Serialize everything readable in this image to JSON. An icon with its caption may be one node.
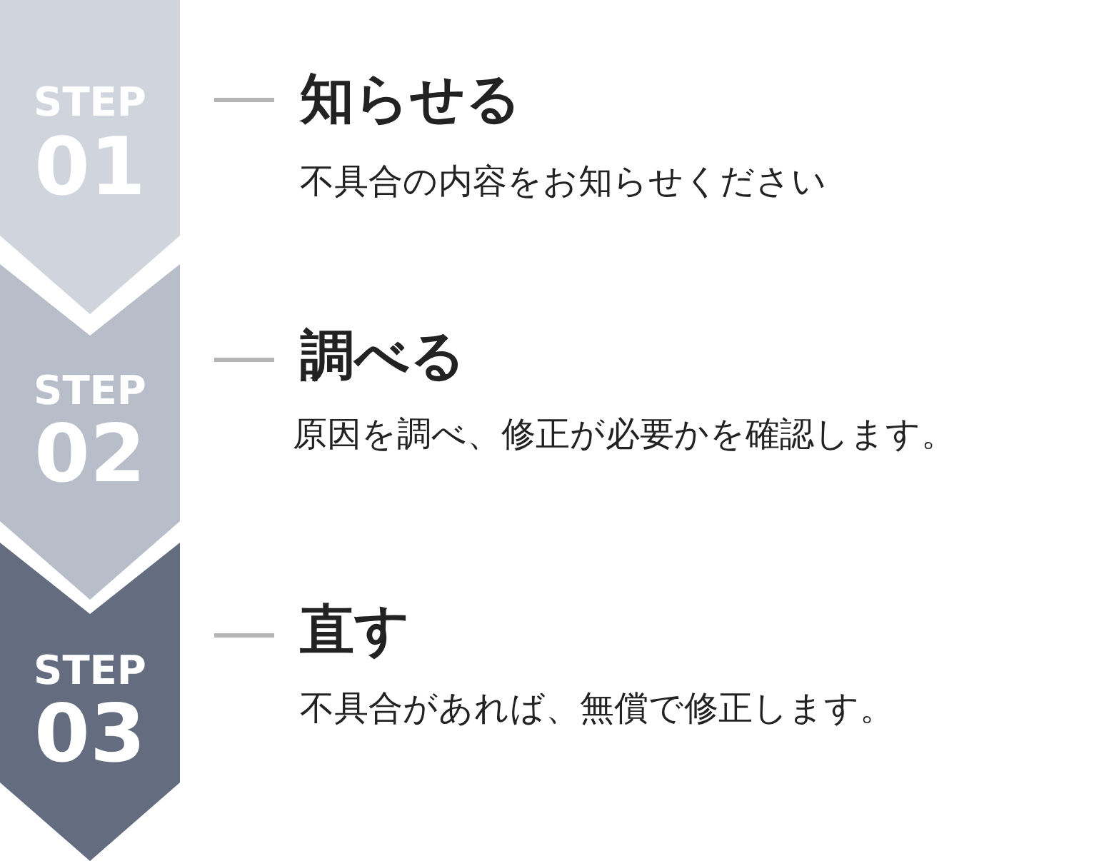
{
  "diagram": {
    "nodes": [
      {
        "text": [
          "STEP",
          "01"
        ],
        "beside": [
          "知らせる",
          "不具合の内容をお知らせください"
        ]
      },
      {
        "text": [
          "STEP",
          "02"
        ],
        "beside": [
          "調べる",
          "原因を調べ、修正が必要かを確認します。"
        ]
      },
      {
        "text": [
          "STEP",
          "03"
        ],
        "beside": [
          "直す",
          "不具合があれば、無償で修正します。"
        ]
      }
    ]
  }
}
